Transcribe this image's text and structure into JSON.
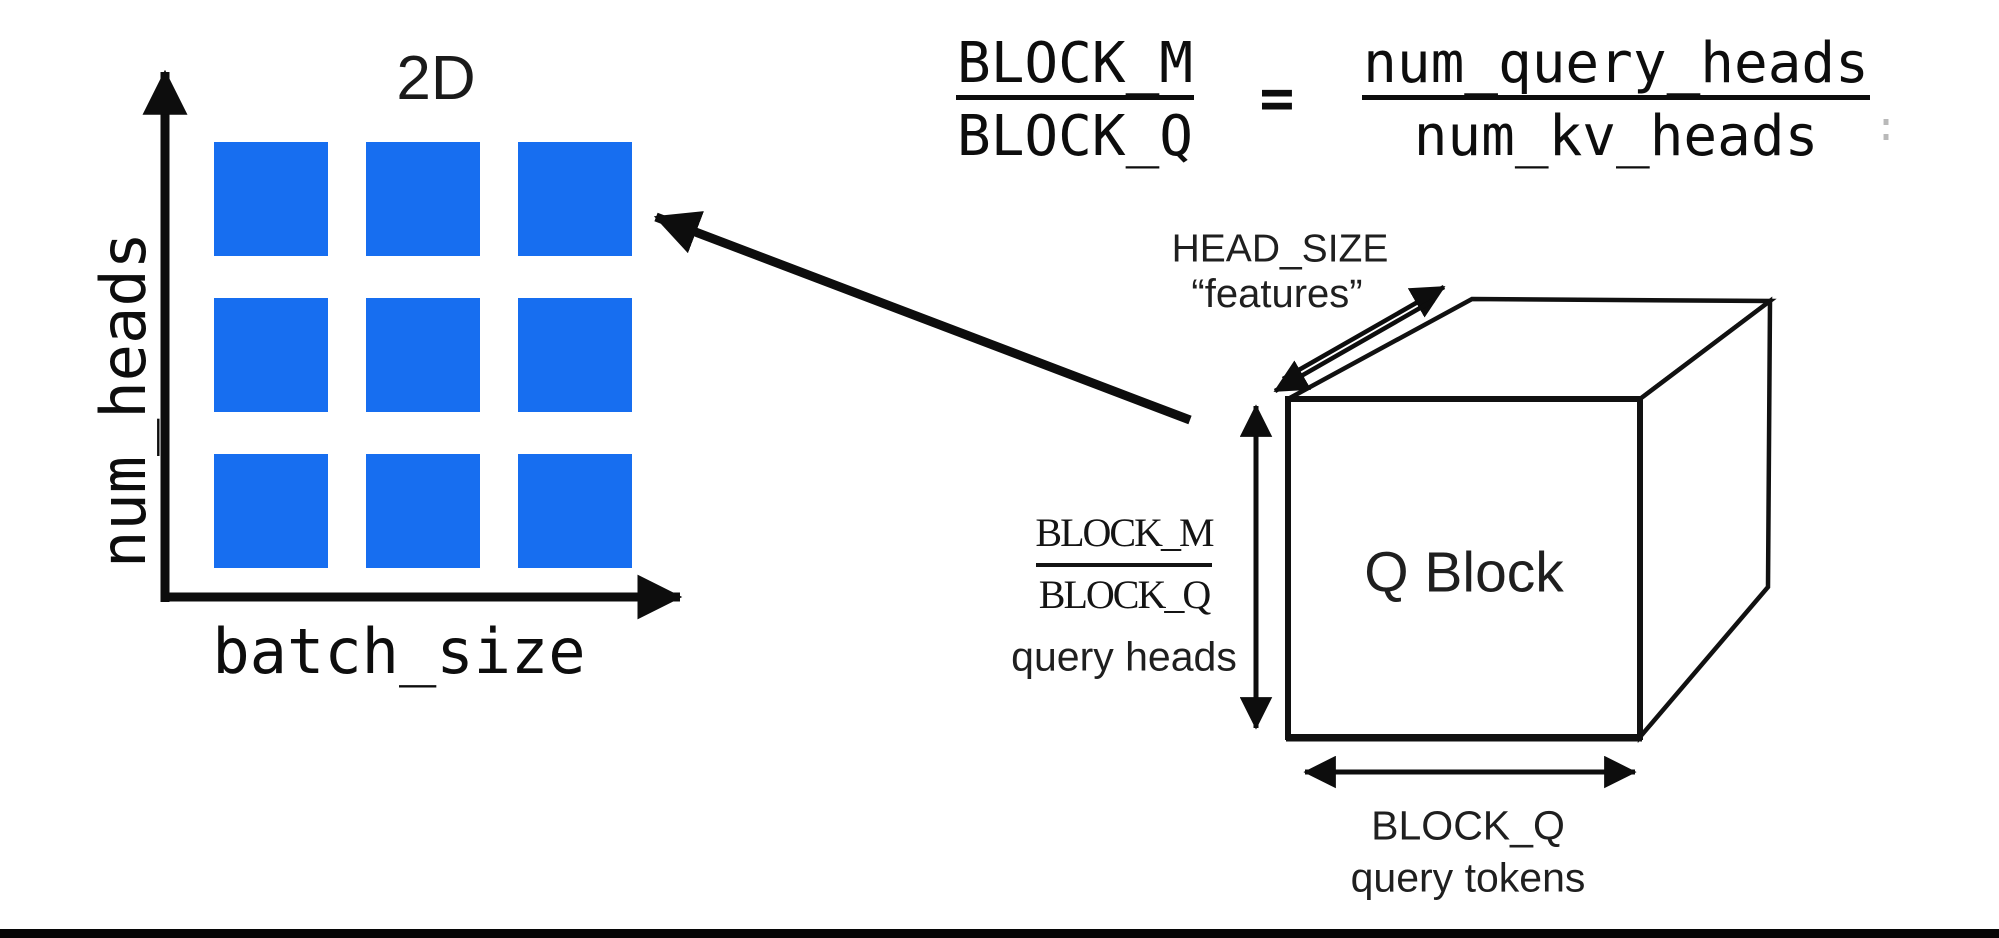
{
  "formula": {
    "lhs_numerator": "BLOCK_M",
    "lhs_denominator": "BLOCK_Q",
    "equals": "=",
    "rhs_numerator": "num_query_heads",
    "rhs_denominator": "num_kv_heads",
    "edge_artifact": ":"
  },
  "grid2d": {
    "title": "2D",
    "y_axis_label": "num_heads",
    "x_axis_label": "batch_size",
    "rows": 3,
    "cols": 3,
    "square_color": "#176EF0"
  },
  "cube": {
    "label": "Q Block",
    "depth_dim": {
      "line1": "HEAD_SIZE",
      "line2": "“features”"
    },
    "height_dim": {
      "frac_numerator": "BLOCK_M",
      "frac_denominator": "BLOCK_Q",
      "caption": "query heads"
    },
    "width_dim": {
      "line1": "BLOCK_Q",
      "line2": "query tokens"
    }
  },
  "colors": {
    "accent_blue": "#176EF0",
    "ink": "#0d0d0d"
  }
}
